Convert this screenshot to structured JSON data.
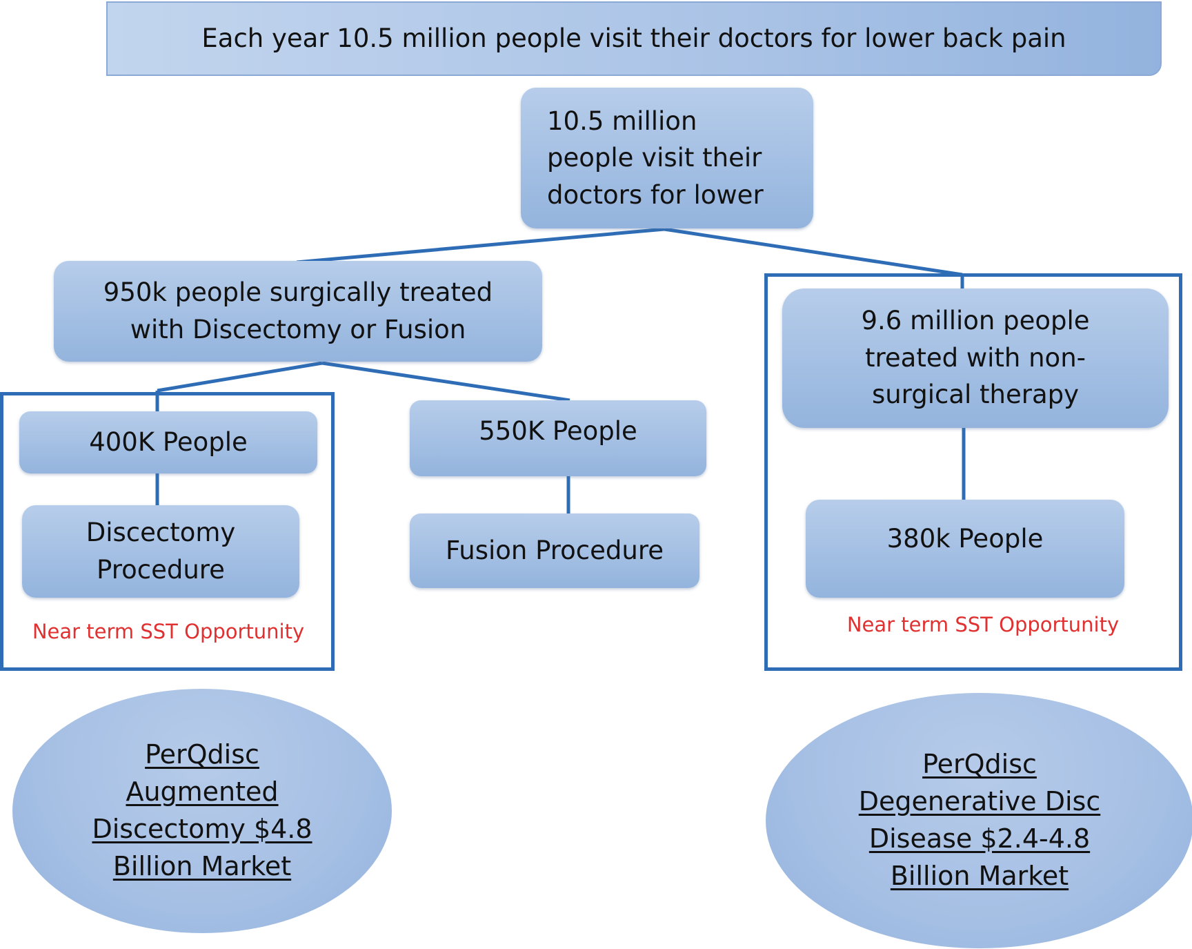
{
  "banner": "Each year 10.5 million people visit their doctors for lower back pain",
  "root": [
    "10.5 million",
    "people visit their",
    "doctors for lower"
  ],
  "surgical": [
    "950k people surgically treated",
    "with Discectomy or Fusion"
  ],
  "non_surgical": [
    "9.6 million people",
    "treated with non-",
    "surgical therapy"
  ],
  "people_400k": "400K People",
  "people_550k": "550K People",
  "people_380k": "380k People",
  "discectomy": [
    "Discectomy",
    "Procedure"
  ],
  "fusion": "Fusion Procedure",
  "note_left": "Near term SST Opportunity",
  "note_right": "Near term SST Opportunity",
  "market_left": [
    "PerQdisc",
    "Augmented",
    "Discectomy $4.8",
    "Billion Market"
  ],
  "market_right": [
    "PerQdisc",
    "Degenerative Disc",
    "Disease $2.4-4.8",
    "Billion Market"
  ],
  "colors": {
    "connector": "#2e6db6",
    "note": "#e03030",
    "box": "#a3bfe3"
  }
}
